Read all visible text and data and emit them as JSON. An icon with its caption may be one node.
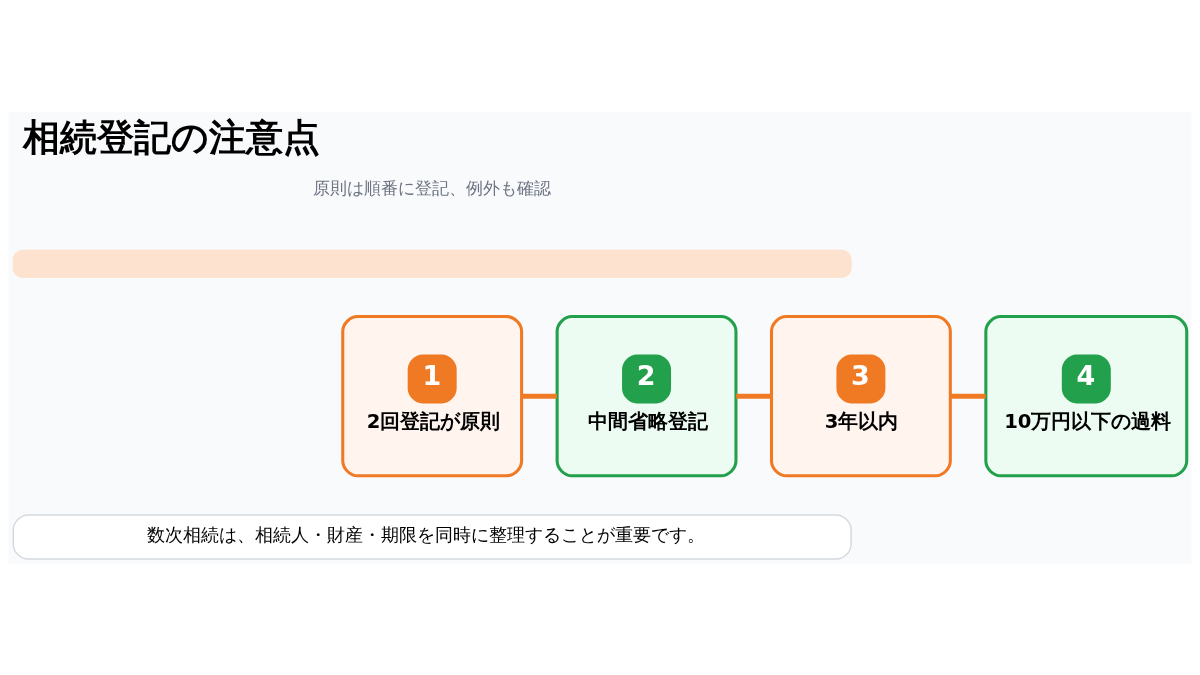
{
  "diagram": {
    "title": "相続登記の注意点",
    "nodes": [
      {
        "text": [],
        "shape": "bar"
      },
      {
        "text": [
          "1",
          "2回登記が原則"
        ]
      },
      {
        "text": [
          "2",
          "中間省略登記"
        ]
      },
      {
        "text": [
          "3",
          "3年以内"
        ]
      },
      {
        "text": [
          "4",
          "10万円以下の過料"
        ]
      },
      {
        "text": [
          "数次相続は、相続人・財産・期限を同時に整理することが重要です。"
        ]
      }
    ],
    "edges": [
      {
        "from": 1,
        "to": 2,
        "arrow": "none"
      },
      {
        "from": 2,
        "to": 3,
        "arrow": "none"
      },
      {
        "from": 3,
        "to": 4,
        "arrow": "none"
      }
    ],
    "labels": [
      "原則は順番に登記、例外も確認"
    ]
  }
}
